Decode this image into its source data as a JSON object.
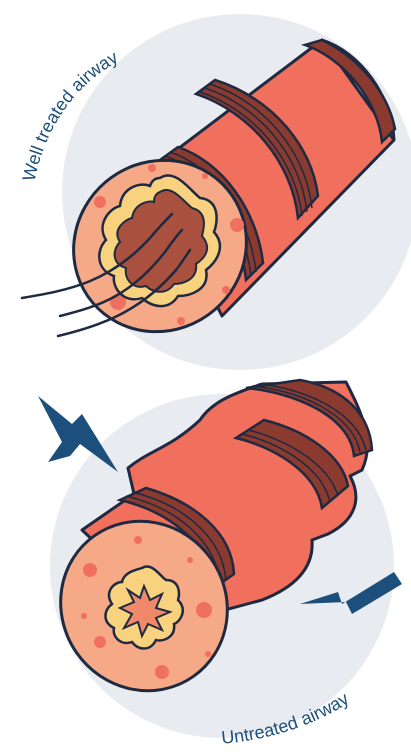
{
  "panels": [
    {
      "id": "treated",
      "label": "Well treated airway"
    },
    {
      "id": "untreated",
      "label": "Untreated airway"
    }
  ],
  "colors": {
    "background_circle": "#e8ebef",
    "outline": "#1e2a42",
    "muscle": "#f16f5d",
    "band": "#8a3a2e",
    "tissue": "#f6a987",
    "tissue_spot": "#ef6f60",
    "mucus": "#f8d27f",
    "lumen": "#a9503f",
    "lightning": "#1d4f7c",
    "caption": "#1d4f7c"
  },
  "icons": [
    "lightning-bolt-icon",
    "lightning-bolt-icon"
  ]
}
